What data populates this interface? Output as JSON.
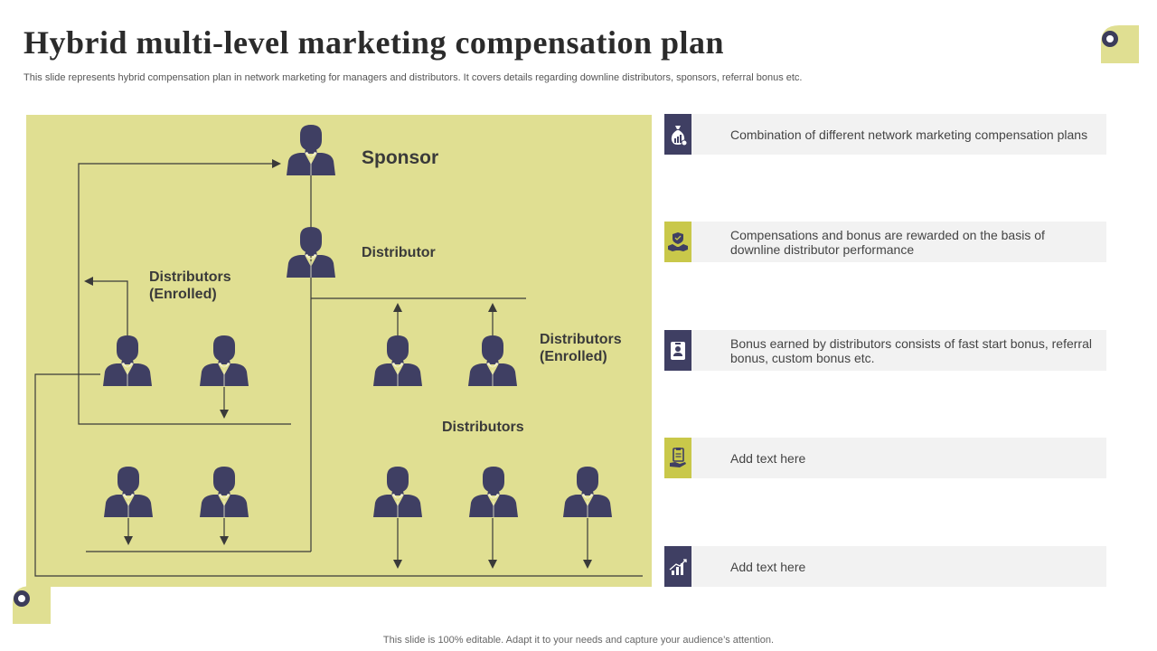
{
  "slide": {
    "title": "Hybrid multi-level marketing compensation plan",
    "subtitle": "This slide represents hybrid compensation plan in network marketing for managers and distributors. It covers details regarding downline distributors, sponsors, referral bonus etc.",
    "footer": "This slide is 100% editable. Adapt it to your needs and capture your audience’s attention."
  },
  "diagram": {
    "labels": {
      "sponsor": "Sponsor",
      "distributor": "Distributor",
      "enrolled_left_line1": "Distributors",
      "enrolled_left_line2": "(Enrolled)",
      "enrolled_right_line1": "Distributors",
      "enrolled_right_line2": "(Enrolled)",
      "distributors": "Distributors"
    },
    "colors": {
      "panel": "#e0df92",
      "person": "#3f3f63",
      "line": "#3a3a3a"
    }
  },
  "points": [
    {
      "text": "Combination of different network marketing compensation plans",
      "icon": "money-bag-icon",
      "icon_color": "#3f3f63"
    },
    {
      "text": "Compensations and bonus are rewarded on the basis of downline distributor performance",
      "icon": "handshake-shield-icon",
      "icon_color": "#c9c84a"
    },
    {
      "text": "Bonus earned by distributors consists of fast start bonus, referral bonus, custom bonus etc.",
      "icon": "id-badge-icon",
      "icon_color": "#3f3f63"
    },
    {
      "text": "Add text here",
      "icon": "clipboard-hand-icon",
      "icon_color": "#c9c84a"
    },
    {
      "text": "Add text here",
      "icon": "growth-chart-icon",
      "icon_color": "#3f3f63"
    }
  ]
}
